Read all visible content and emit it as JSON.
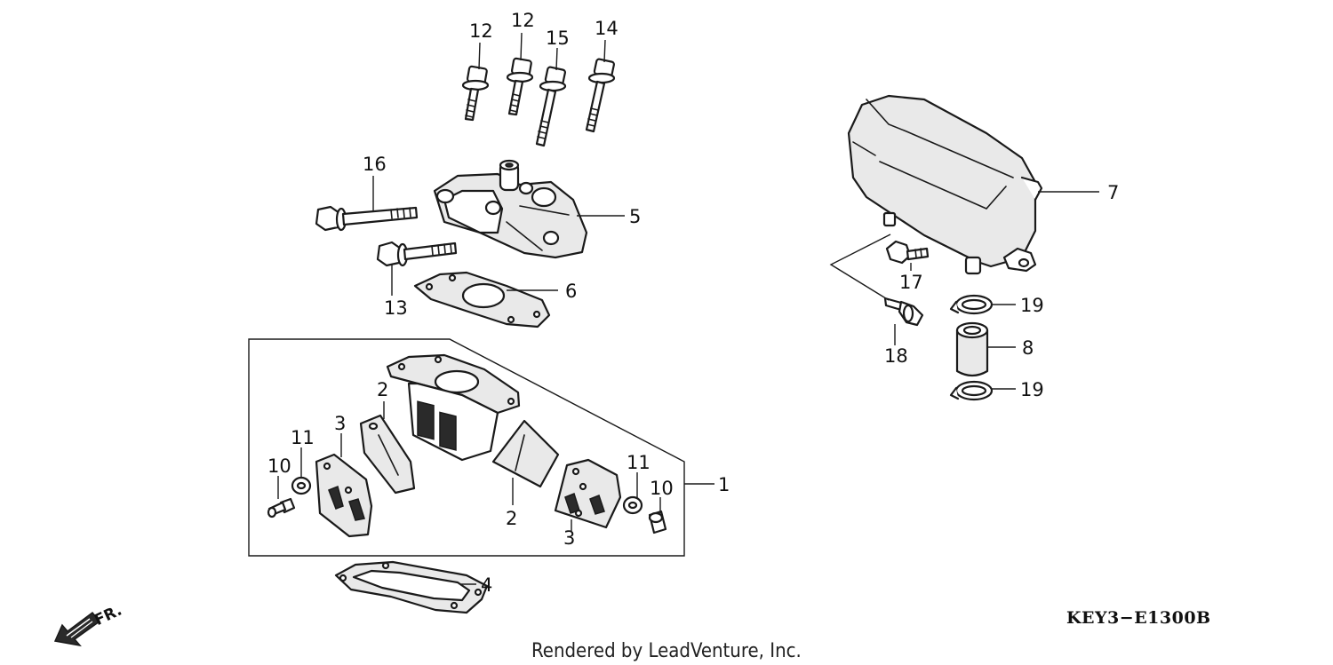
{
  "diagram": {
    "callouts": {
      "c12a": "12",
      "c12b": "12",
      "c15": "15",
      "c14": "14",
      "c16": "16",
      "c5": "5",
      "c13": "13",
      "c6": "6",
      "c7": "7",
      "c17": "17",
      "c18": "18",
      "c19a": "19",
      "c8": "8",
      "c19b": "19",
      "c2a": "2",
      "c3a": "3",
      "c11a": "11",
      "c10a": "10",
      "c2b": "2",
      "c3b": "3",
      "c11b": "11",
      "c10b": "10",
      "c1": "1",
      "c4": "4"
    },
    "direction_label": "FR.",
    "diagram_code": "KEY3−E1300B",
    "credit": "Rendered by LeadVenture, Inc."
  }
}
